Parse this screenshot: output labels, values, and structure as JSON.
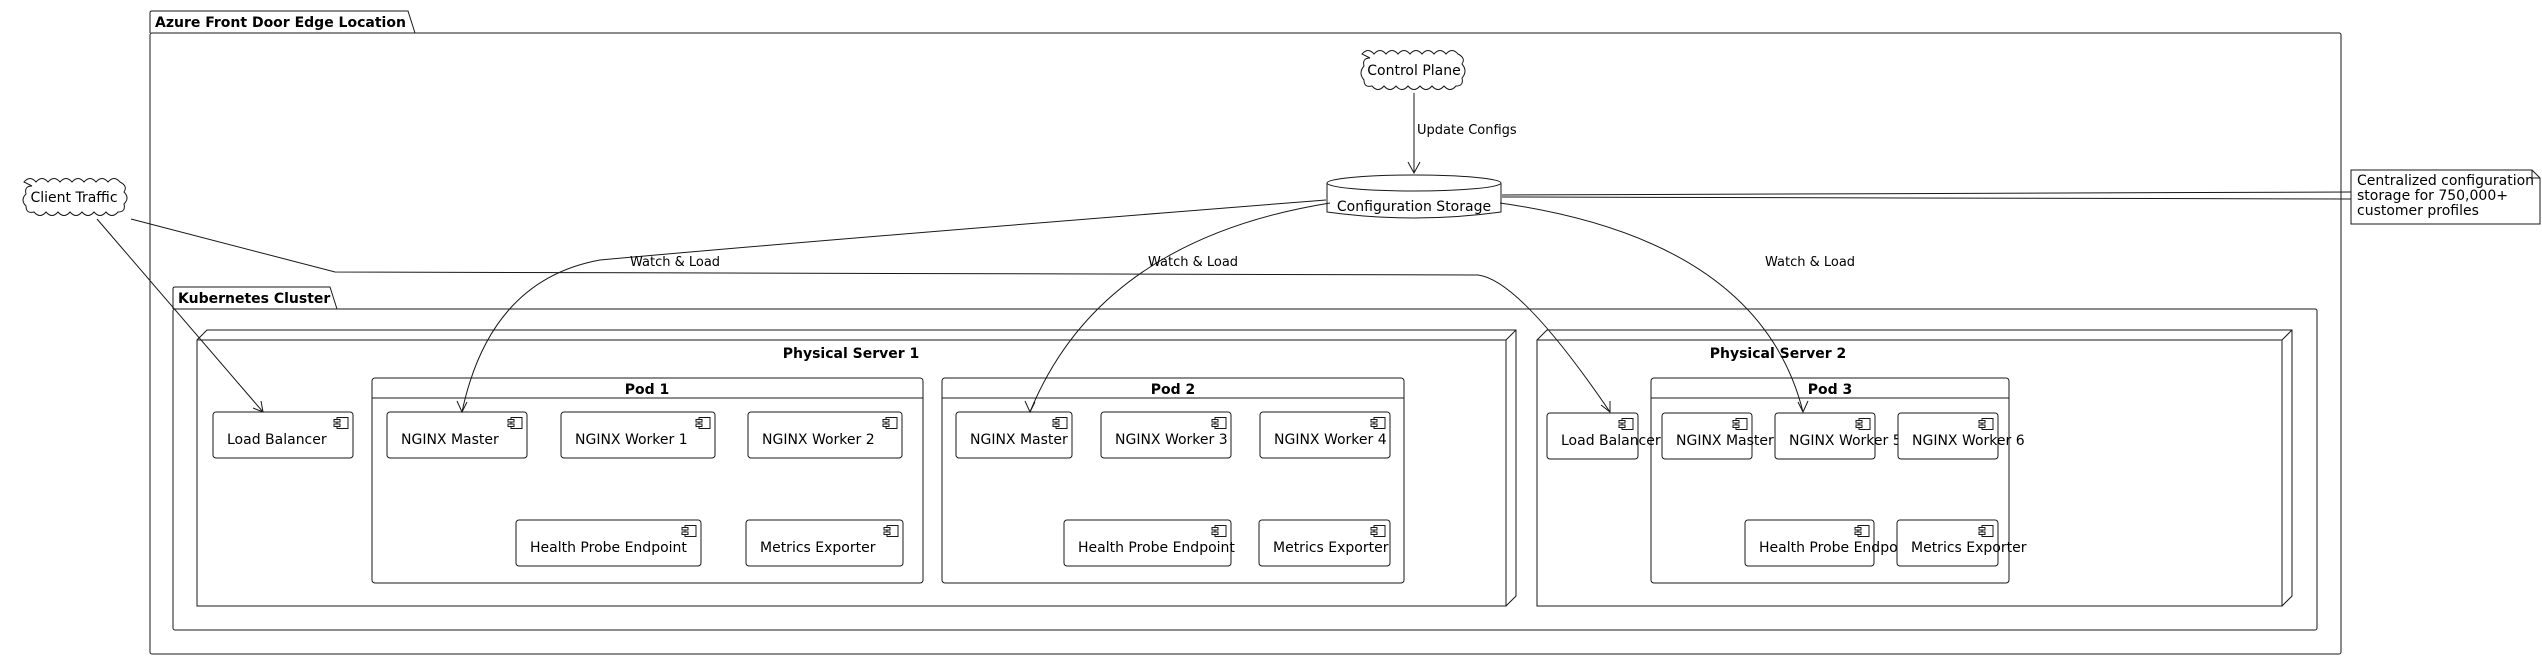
{
  "diagram": {
    "edge_location": {
      "title": "Azure Front Door Edge Location"
    },
    "cluster": {
      "title": "Kubernetes Cluster"
    },
    "client_traffic": {
      "label": "Client Traffic"
    },
    "control_plane": {
      "label": "Control Plane"
    },
    "config_storage": {
      "label": "Configuration Storage"
    },
    "note": {
      "lines": [
        "Centralized configuration",
        "storage for 750,000+",
        "customer profiles"
      ]
    },
    "servers": [
      {
        "title": "Physical Server 1",
        "load_balancer": "Load Balancer",
        "pods": [
          {
            "title": "Pod 1",
            "master": "NGINX Master",
            "workers": [
              "NGINX Worker 1",
              "NGINX Worker 2"
            ],
            "health": "Health Probe Endpoint",
            "metrics": "Metrics Exporter"
          },
          {
            "title": "Pod 2",
            "master": "NGINX Master",
            "workers": [
              "NGINX Worker 3",
              "NGINX Worker 4"
            ],
            "health": "Health Probe Endpoint",
            "metrics": "Metrics Exporter"
          }
        ]
      },
      {
        "title": "Physical Server 2",
        "load_balancer": "Load Balancer",
        "pods": [
          {
            "title": "Pod 3",
            "master": "NGINX Master",
            "workers": [
              "NGINX Worker 5",
              "NGINX Worker 6"
            ],
            "health": "Health Probe Endpoint",
            "metrics": "Metrics Exporter"
          }
        ]
      }
    ],
    "edges": {
      "update_configs": "Update Configs",
      "watch_load_1": "Watch & Load",
      "watch_load_2": "Watch & Load",
      "watch_load_3": "Watch & Load"
    }
  }
}
